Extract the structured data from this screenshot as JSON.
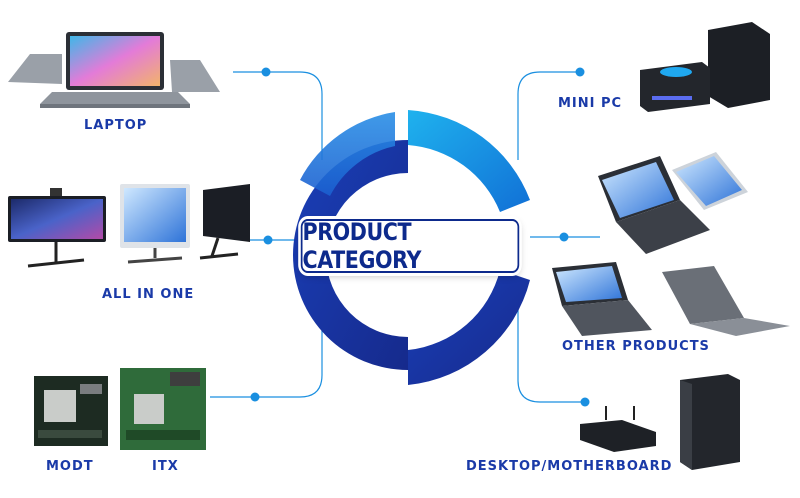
{
  "center": {
    "title": "PRODUCT CATEGORY"
  },
  "categories": {
    "laptop": "LAPTOP",
    "all_in_one": "ALL IN ONE",
    "modt": "MODT",
    "itx": "ITX",
    "mini_pc": "MINI PC",
    "other_products": "OTHER PRODUCTS",
    "desktop_motherboard": "DESKTOP/MOTHERBOARD"
  },
  "colors": {
    "accent_blue": "#1a3aa8",
    "ring_dark": "#1b2f9e",
    "ring_light": "#1aa3e6",
    "connector": "#1a8fe0"
  }
}
